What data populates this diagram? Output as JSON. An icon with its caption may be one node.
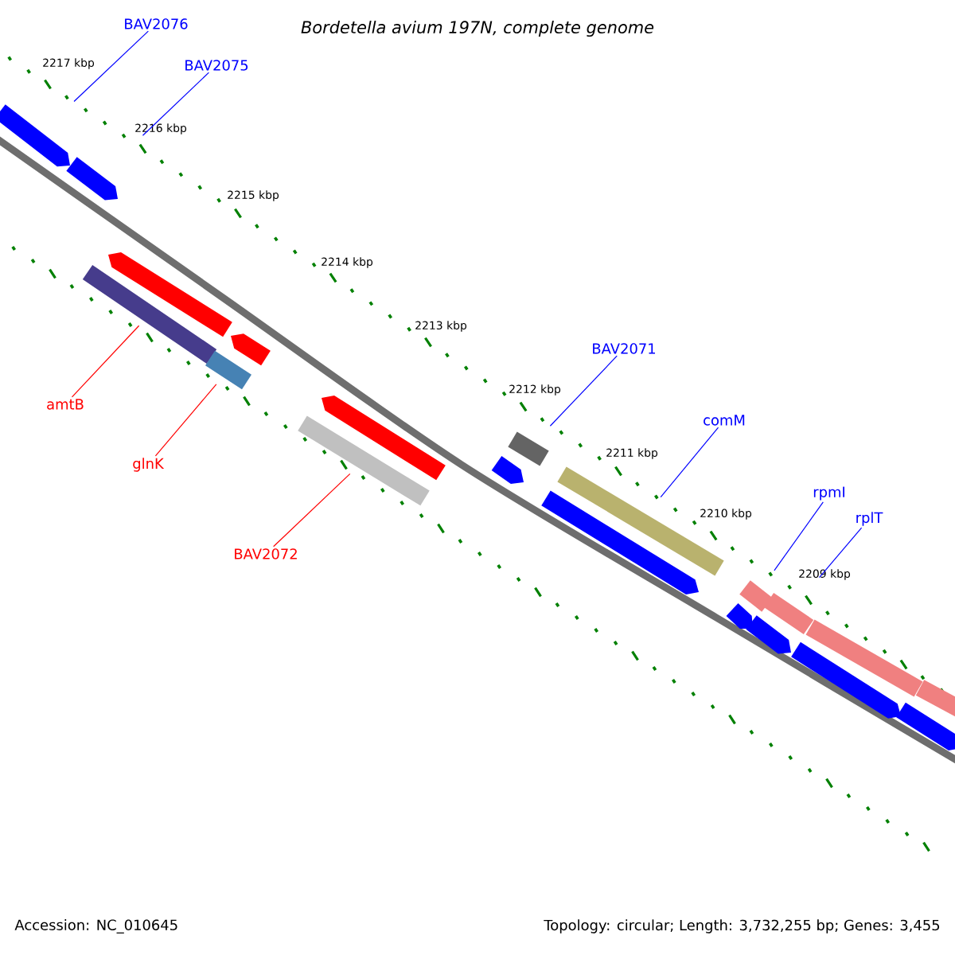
{
  "diagram": {
    "title": "Bordetella avium 197N, complete genome",
    "nodes": [
      {
        "text": [
          "BAV2076"
        ]
      },
      {
        "text": [
          "BAV2075"
        ]
      },
      {
        "text": [],
        "shape": "pentagon"
      },
      {
        "text": [],
        "shape": "pentagon"
      },
      {
        "text": [],
        "shape": "pentagon"
      },
      {
        "text": [],
        "shape": "bar"
      },
      {
        "text": [],
        "shape": "pentagon"
      },
      {
        "text": [],
        "shape": "bar"
      },
      {
        "text": [
          "amtB"
        ]
      },
      {
        "text": [
          "glnK"
        ]
      },
      {
        "text": [],
        "shape": "pentagon"
      },
      {
        "text": [],
        "shape": "bar"
      },
      {
        "text": [
          "BAV2072"
        ]
      },
      {
        "text": [
          "BAV2071"
        ]
      },
      {
        "text": [],
        "shape": "bar"
      },
      {
        "text": [],
        "shape": "pentagon"
      },
      {
        "text": [
          "comM"
        ]
      },
      {
        "text": [],
        "shape": "bar"
      },
      {
        "text": [],
        "shape": "pentagon"
      },
      {
        "text": [
          "rpmI"
        ]
      },
      {
        "text": [
          "rplT"
        ]
      },
      {
        "text": [],
        "shape": "bar"
      },
      {
        "text": [],
        "shape": "bar"
      },
      {
        "text": [],
        "shape": "pentagon"
      },
      {
        "text": [],
        "shape": "pentagon"
      },
      {
        "text": [],
        "shape": "bar"
      },
      {
        "text": [],
        "shape": "pentagon"
      },
      {
        "text": [],
        "shape": "bar"
      },
      {
        "text": [],
        "shape": "pentagon"
      }
    ],
    "edges": [
      {
        "from": 0,
        "to": 2,
        "arrow": "none"
      },
      {
        "from": 1,
        "to": 3,
        "arrow": "none"
      },
      {
        "from": 8,
        "to": 5,
        "arrow": "none",
        "color": "#ff0000"
      },
      {
        "from": 9,
        "to": 7,
        "arrow": "none",
        "color": "#ff0000"
      },
      {
        "from": 12,
        "to": 11,
        "arrow": "none",
        "color": "#ff0000"
      },
      {
        "from": 13,
        "to": 14,
        "arrow": "none"
      },
      {
        "from": 16,
        "to": 17,
        "arrow": "none"
      },
      {
        "from": 19,
        "to": 21,
        "arrow": "none"
      },
      {
        "from": 20,
        "to": 22,
        "arrow": "none"
      }
    ],
    "labels": [
      "2217 kbp",
      "2216 kbp",
      "2215 kbp",
      "2214 kbp",
      "2213 kbp",
      "2212 kbp",
      "2211 kbp",
      "2210 kbp",
      "2209 kbp",
      "Accession: NC_010645",
      "Topology: circular; Length: 3,732,255 bp; Genes: 3,455"
    ]
  }
}
